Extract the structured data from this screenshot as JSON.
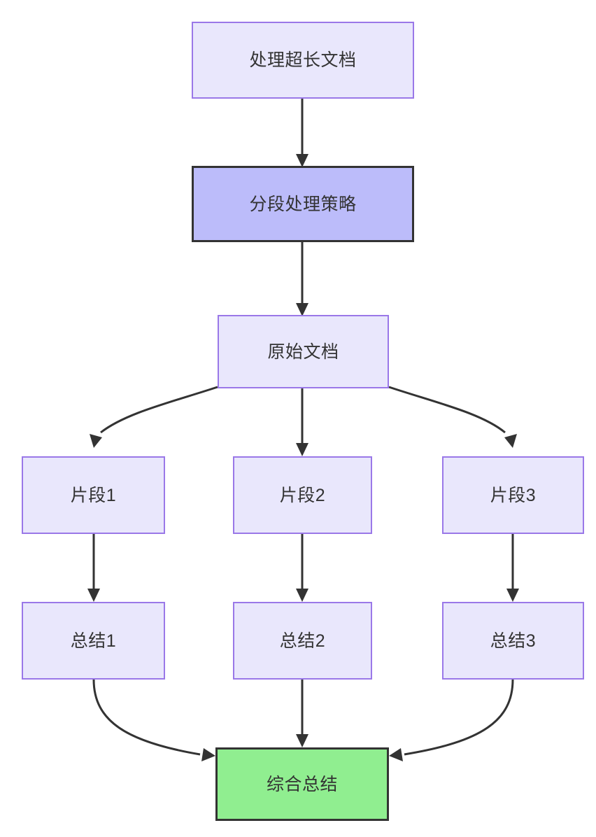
{
  "diagram": {
    "type": "flowchart",
    "direction": "top-to-bottom",
    "title_node": "处理超长文档",
    "background_color": "#ffffff",
    "colors": {
      "default_fill": "#e9e7fc",
      "default_border": "#9a78e8",
      "highlight_fill": "#bcbcfa",
      "highlight_border": "#333333",
      "final_fill": "#90ee90",
      "final_border": "#333333",
      "edge_stroke": "#333333",
      "text": "#333333"
    },
    "nodes": [
      {
        "id": "n1",
        "label": "处理超长文档",
        "style": "default"
      },
      {
        "id": "n2",
        "label": "分段处理策略",
        "style": "highlight"
      },
      {
        "id": "n3",
        "label": "原始文档",
        "style": "default"
      },
      {
        "id": "n4",
        "label": "片段1",
        "style": "default"
      },
      {
        "id": "n5",
        "label": "片段2",
        "style": "default"
      },
      {
        "id": "n6",
        "label": "片段3",
        "style": "default"
      },
      {
        "id": "n7",
        "label": "总结1",
        "style": "default"
      },
      {
        "id": "n8",
        "label": "总结2",
        "style": "default"
      },
      {
        "id": "n9",
        "label": "总结3",
        "style": "default"
      },
      {
        "id": "n10",
        "label": "综合总结",
        "style": "final"
      }
    ],
    "edges": [
      {
        "from": "处理超长文档",
        "to": "分段处理策略",
        "shape": "straight"
      },
      {
        "from": "分段处理策略",
        "to": "原始文档",
        "shape": "straight"
      },
      {
        "from": "原始文档",
        "to": "片段1",
        "shape": "curved"
      },
      {
        "from": "原始文档",
        "to": "片段2",
        "shape": "straight"
      },
      {
        "from": "原始文档",
        "to": "片段3",
        "shape": "curved"
      },
      {
        "from": "片段1",
        "to": "总结1",
        "shape": "straight"
      },
      {
        "from": "片段2",
        "to": "总结2",
        "shape": "straight"
      },
      {
        "from": "片段3",
        "to": "总结3",
        "shape": "straight"
      },
      {
        "from": "总结1",
        "to": "综合总结",
        "shape": "curved"
      },
      {
        "from": "总结2",
        "to": "综合总结",
        "shape": "straight"
      },
      {
        "from": "总结3",
        "to": "综合总结",
        "shape": "curved"
      }
    ]
  }
}
